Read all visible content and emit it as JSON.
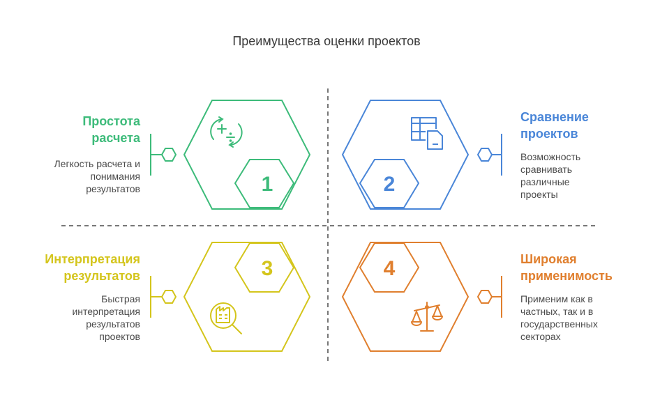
{
  "title": "Преимущества оценки проектов",
  "items": [
    {
      "number": "1",
      "heading_lines": [
        "Простота",
        "расчета"
      ],
      "description_lines": [
        "Легкость расчета и",
        "понимания",
        "результатов"
      ],
      "color": "#3dbb7a",
      "icon": "calculator-icon"
    },
    {
      "number": "2",
      "heading_lines": [
        "Сравнение",
        "проектов"
      ],
      "description_lines": [
        "Возможность",
        "сравнивать",
        "различные",
        "проекты"
      ],
      "color": "#4a86d8",
      "icon": "table-document-icon"
    },
    {
      "number": "3",
      "heading_lines": [
        "Интерпретация",
        "результатов"
      ],
      "description_lines": [
        "Быстрая",
        "интерпретация",
        "результатов",
        "проектов"
      ],
      "color": "#d4c51c",
      "icon": "factory-search-icon"
    },
    {
      "number": "4",
      "heading_lines": [
        "Широкая",
        "применимость"
      ],
      "description_lines": [
        "Применим как в",
        "частных, так и в",
        "государственных",
        "секторах"
      ],
      "color": "#e07f2e",
      "icon": "scales-icon"
    }
  ]
}
